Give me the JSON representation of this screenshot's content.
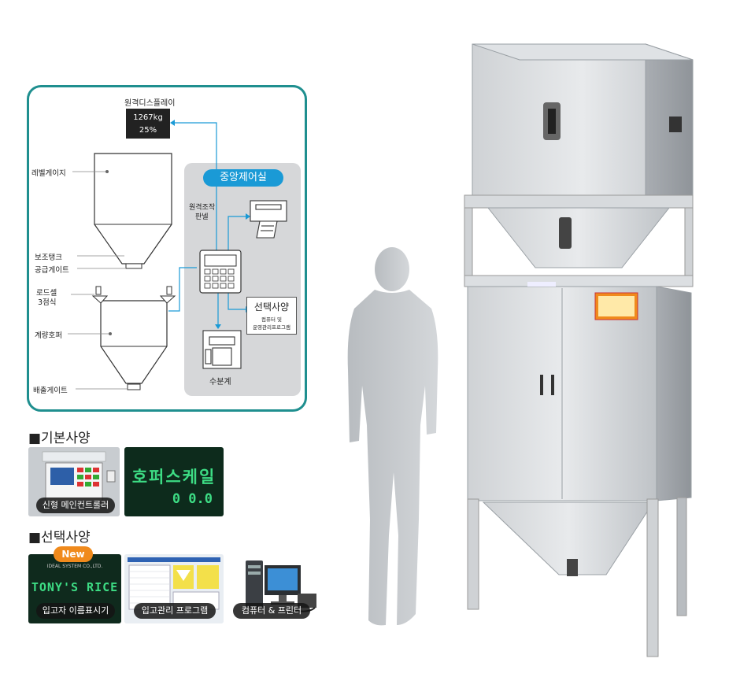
{
  "diagram": {
    "remote_display_label": "원격디스플레이",
    "remote_display_weight": "1267kg",
    "remote_display_percent": "25%",
    "level_gauge": "레벨게이지",
    "aux_tank": "보조탱크",
    "supply_gate": "공급게이트",
    "load_cell_line1": "로드셀",
    "load_cell_line2": "3점식",
    "weigh_hopper": "계량호퍼",
    "discharge_gate": "배출게이트",
    "control_room": "중앙제어실",
    "remote_panel_line1": "원격조작",
    "remote_panel_line2": "판넬",
    "option_title": "선택사양",
    "option_sub_line1": "컴퓨터 및",
    "option_sub_line2": "운영관리프로그램",
    "moisture_meter": "수분계"
  },
  "basic_spec": {
    "heading": "■기본사양",
    "items": [
      {
        "caption": "신형 메인컨트롤러"
      },
      {
        "caption": "",
        "display_text": "호퍼스케일",
        "display_digits": "0 0.0"
      }
    ]
  },
  "optional_spec": {
    "heading": "■선택사양",
    "items": [
      {
        "caption": "입고자 이름표시기",
        "badge": "New",
        "company": "IDEAL SYSTEM CO.,LTD.",
        "sign_text": "TONY'S RICE"
      },
      {
        "caption": "입고관리 프로그램"
      },
      {
        "caption": "컴퓨터 & 프린터"
      }
    ]
  },
  "colors": {
    "frame": "#1f8f8f",
    "accent_blue": "#1a9ad6",
    "control_room_bg": "#d6d7d9",
    "led_green": "#3ddc84",
    "badge_orange": "#f08a1c"
  }
}
